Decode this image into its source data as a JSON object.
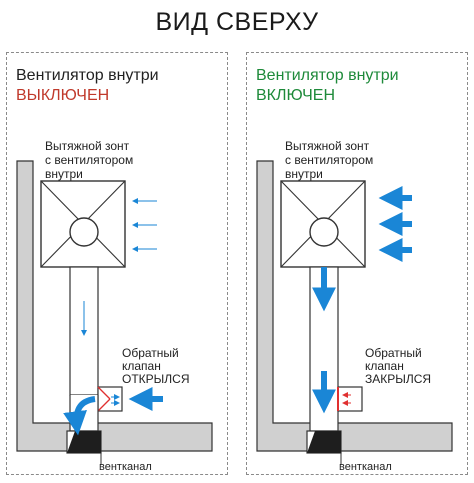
{
  "title": "ВИД СВЕРХУ",
  "colors": {
    "off_state": "#c0392b",
    "on_state": "#1e8a3a",
    "arrow_blue": "#1a86d6",
    "flap_red": "#e03030",
    "wall_gray": "#d0d0d0",
    "outline": "#333333"
  },
  "panels": [
    {
      "heading_line1": "Вентилятор внутри",
      "heading_line2": "ВЫКЛЮЧЕН",
      "hood_label_1": "Вытяжной зонт",
      "hood_label_2": "с вентилятором",
      "hood_label_3": "внутри",
      "valve_label_1": "Обратный",
      "valve_label_2": "клапан",
      "valve_label_3": "ОТКРЫЛСЯ",
      "channel_label": "вентканал"
    },
    {
      "heading_line1": "Вентилятор внутри",
      "heading_line2": "ВКЛЮЧЕН",
      "hood_label_1": "Вытяжной зонт",
      "hood_label_2": "с вентилятором",
      "hood_label_3": "внутри",
      "valve_label_1": "Обратный",
      "valve_label_2": "клапан",
      "valve_label_3": "ЗАКРЫЛСЯ",
      "channel_label": "вентканал"
    }
  ]
}
